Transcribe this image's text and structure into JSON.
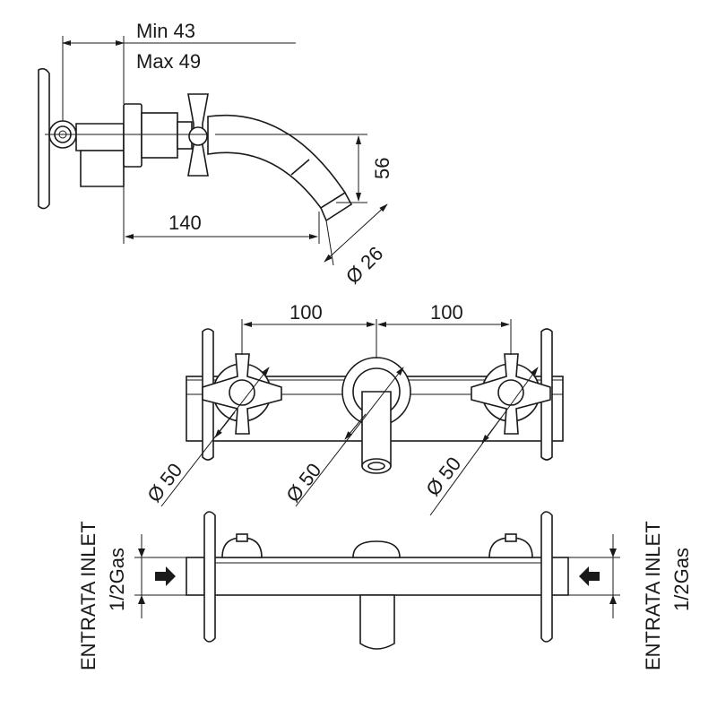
{
  "side_view": {
    "dim_min": "Min 43",
    "dim_max": "Max 49",
    "dim_height": "56",
    "dim_length": "140",
    "dim_spout_dia": "Ø 26"
  },
  "front_view": {
    "dim_left_spacing": "100",
    "dim_right_spacing": "100",
    "dia_left": "Ø 50",
    "dia_center": "Ø 50",
    "dia_right": "Ø 50"
  },
  "top_view": {
    "inlet_left_line1": "ENTRATA INLET",
    "inlet_left_line2": "1/2Gas",
    "inlet_right_line1": "ENTRATA INLET",
    "inlet_right_line2": "1/2Gas"
  }
}
